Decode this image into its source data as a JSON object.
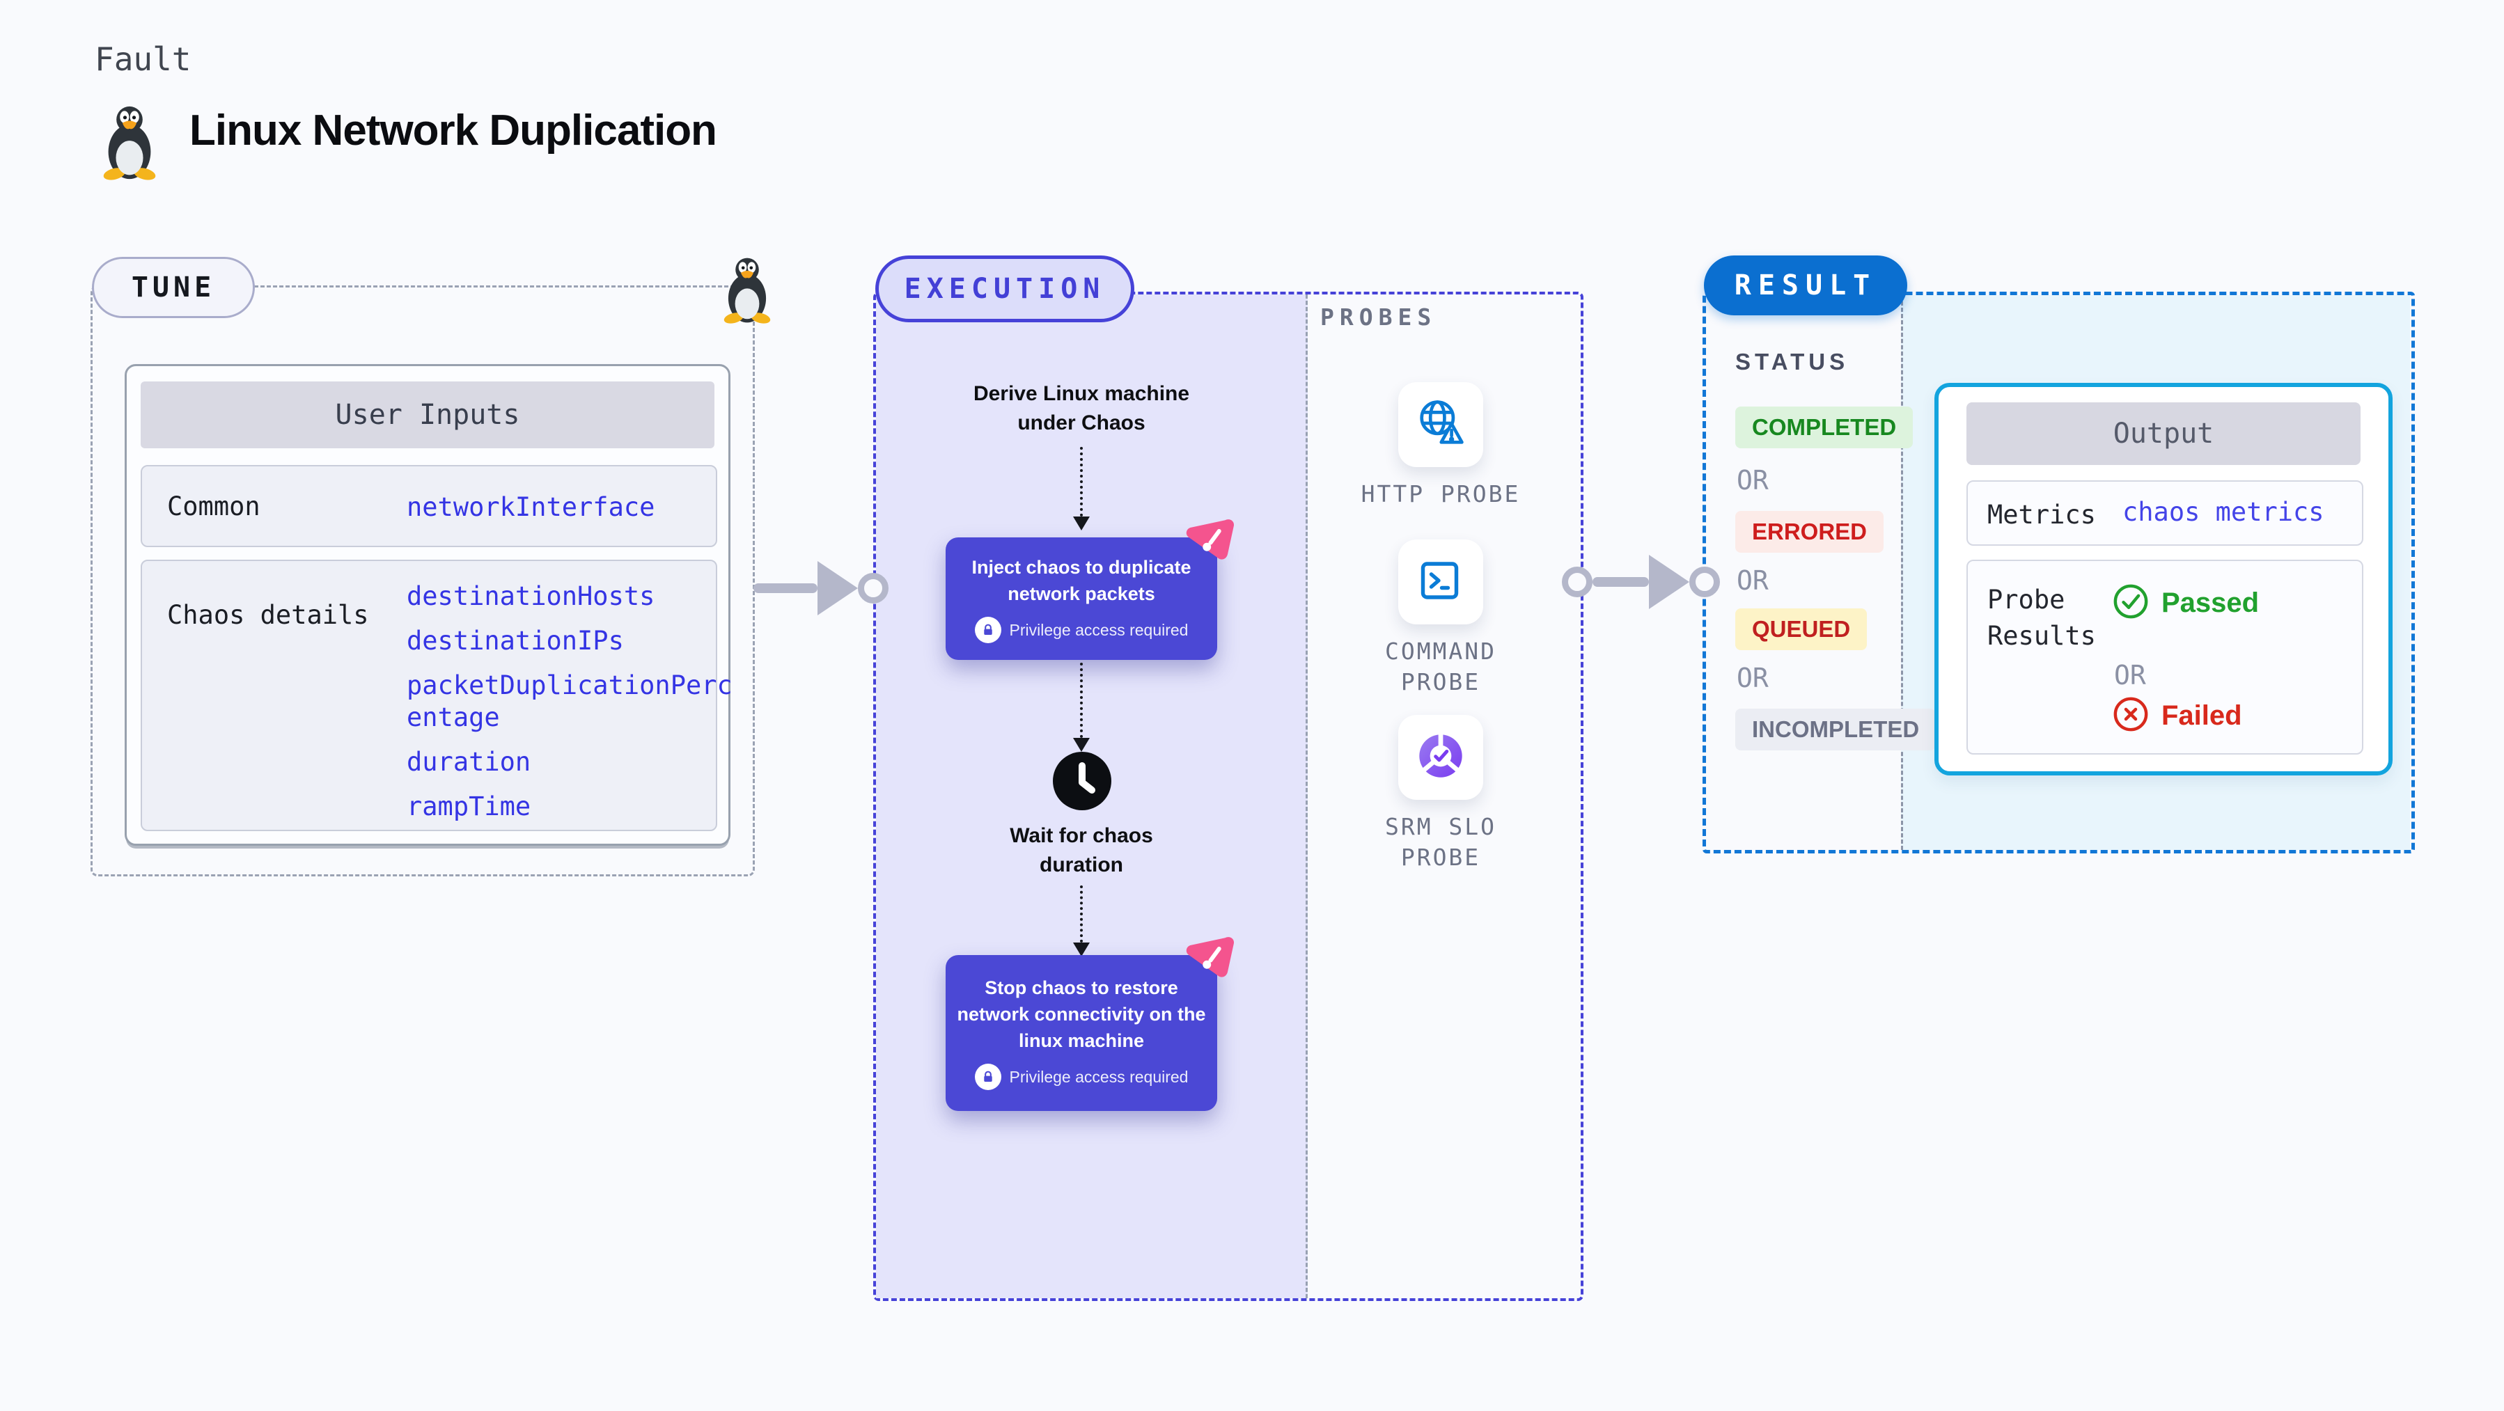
{
  "colors": {
    "background": "#f9fafd",
    "lavender_fill": "#e4e4fb",
    "chaos_purple": "#4b48d5",
    "indigo_dash": "#4642d8",
    "tune_dash_gray": "#9aa2b3",
    "result_blue": "#0b6fd0",
    "result_dash_blue": "#1277d6",
    "cyan_panel_bg": "#e8f5fc",
    "cyan_border": "#13a4de",
    "probe_icon_blue": "#0b7cd6",
    "pink_accent": "#f4548e",
    "value_link_blue": "#3434e4",
    "arrow_gray": "#b4b7ca",
    "completed_green": "#17881f",
    "errored_red": "#ce1d1d",
    "queued_red": "#c02020",
    "incompleted_gray": "#6c7186",
    "passed_green": "#21a12e",
    "failed_red": "#d8291c"
  },
  "header": {
    "eyebrow": "Fault",
    "title": "Linux Network Duplication",
    "icon": "tux-penguin-icon"
  },
  "tune": {
    "pill": "TUNE",
    "user_inputs": {
      "header": "User Inputs",
      "rows": [
        {
          "label": "Common",
          "values": [
            "networkInterface"
          ]
        },
        {
          "label": "Chaos details",
          "values": [
            "destinationHosts",
            "destinationIPs",
            "packetDuplicationPercentage",
            "duration",
            "rampTime"
          ]
        }
      ]
    }
  },
  "execution": {
    "pill": "EXECUTION",
    "derive_text": "Derive Linux machine under Chaos",
    "inject_text": "Inject chaos to duplicate network packets",
    "privilege_label": "Privilege access required",
    "wait_text": "Wait for chaos duration",
    "stop_text": "Stop chaos to restore network connectivity on the linux machine"
  },
  "probes": {
    "section_label": "PROBES",
    "items": [
      {
        "label": "HTTP PROBE",
        "icon": "globe-alert-icon"
      },
      {
        "label": "COMMAND PROBE",
        "icon": "terminal-icon"
      },
      {
        "label": "SRM SLO PROBE",
        "icon": "slo-donut-icon"
      }
    ]
  },
  "result": {
    "pill": "RESULT",
    "status": {
      "heading": "STATUS",
      "or_label": "OR",
      "items": [
        {
          "label": "COMPLETED"
        },
        {
          "label": "ERRORED"
        },
        {
          "label": "QUEUED"
        },
        {
          "label": "INCOMPLETED"
        }
      ]
    },
    "output": {
      "header": "Output",
      "metrics_label": "Metrics",
      "metrics_value": "chaos metrics",
      "probe_results_label": "Probe Results",
      "passed_label": "Passed",
      "or_label": "OR",
      "failed_label": "Failed"
    }
  }
}
